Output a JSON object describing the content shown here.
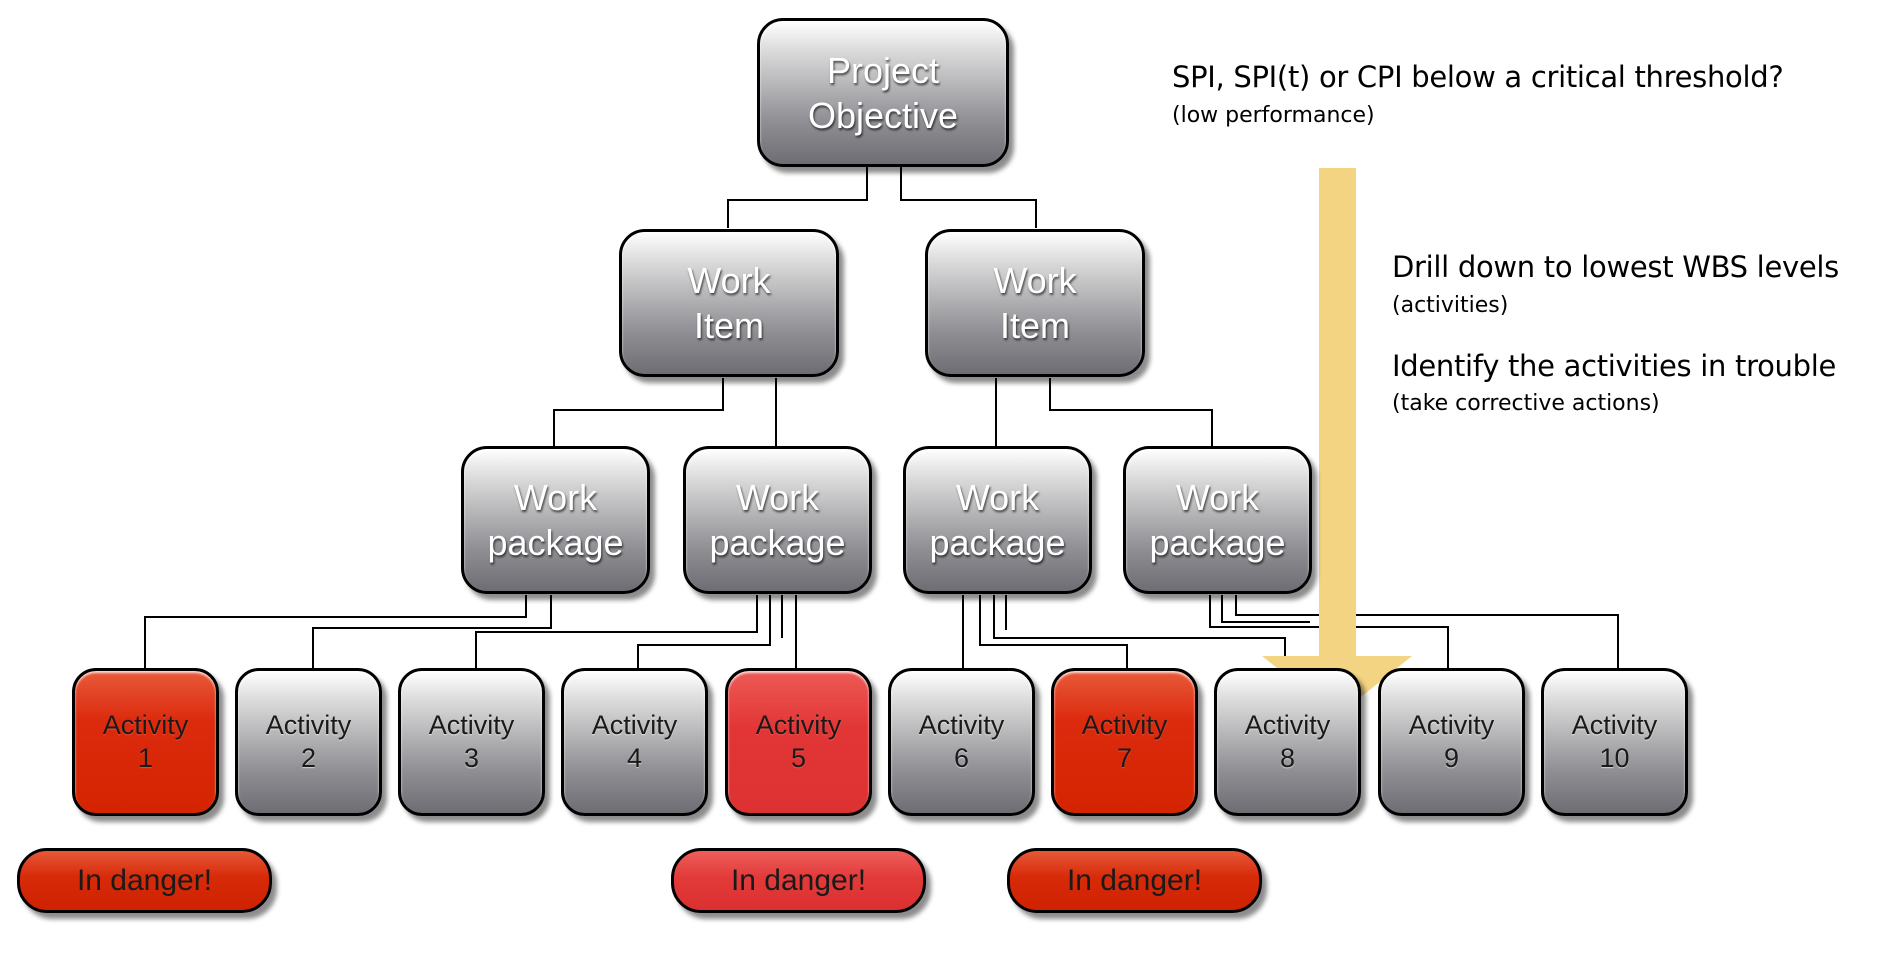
{
  "root": {
    "label": "Project\nObjective"
  },
  "work_items": [
    {
      "label": "Work\nItem"
    },
    {
      "label": "Work\nItem"
    }
  ],
  "work_packages": [
    {
      "label": "Work\npackage"
    },
    {
      "label": "Work\npackage"
    },
    {
      "label": "Work\npackage"
    },
    {
      "label": "Work\npackage"
    }
  ],
  "activities": [
    {
      "label": "Activity\n1",
      "in_danger": true
    },
    {
      "label": "Activity\n2",
      "in_danger": false
    },
    {
      "label": "Activity\n3",
      "in_danger": false
    },
    {
      "label": "Activity\n4",
      "in_danger": false
    },
    {
      "label": "Activity\n5",
      "in_danger": true
    },
    {
      "label": "Activity\n6",
      "in_danger": false
    },
    {
      "label": "Activity\n7",
      "in_danger": true
    },
    {
      "label": "Activity\n8",
      "in_danger": false
    },
    {
      "label": "Activity\n9",
      "in_danger": false
    },
    {
      "label": "Activity\n10",
      "in_danger": false
    }
  ],
  "danger_labels": [
    {
      "label": "In danger!"
    },
    {
      "label": "In danger!"
    },
    {
      "label": "In danger!"
    }
  ],
  "annotations": {
    "question": "SPI, SPI(t) or CPI below a critical threshold?",
    "question_sub": "(low performance)",
    "drill": "Drill down to lowest WBS levels",
    "drill_sub": "(activities)",
    "identify": "Identify the activities in trouble",
    "identify_sub": "(take corrective actions)"
  },
  "colors": {
    "danger": "#d62a08",
    "danger_alt": "#e23636",
    "arrow": "#f3d482",
    "node_gray": "#8f8f94",
    "connector": "#000000"
  }
}
